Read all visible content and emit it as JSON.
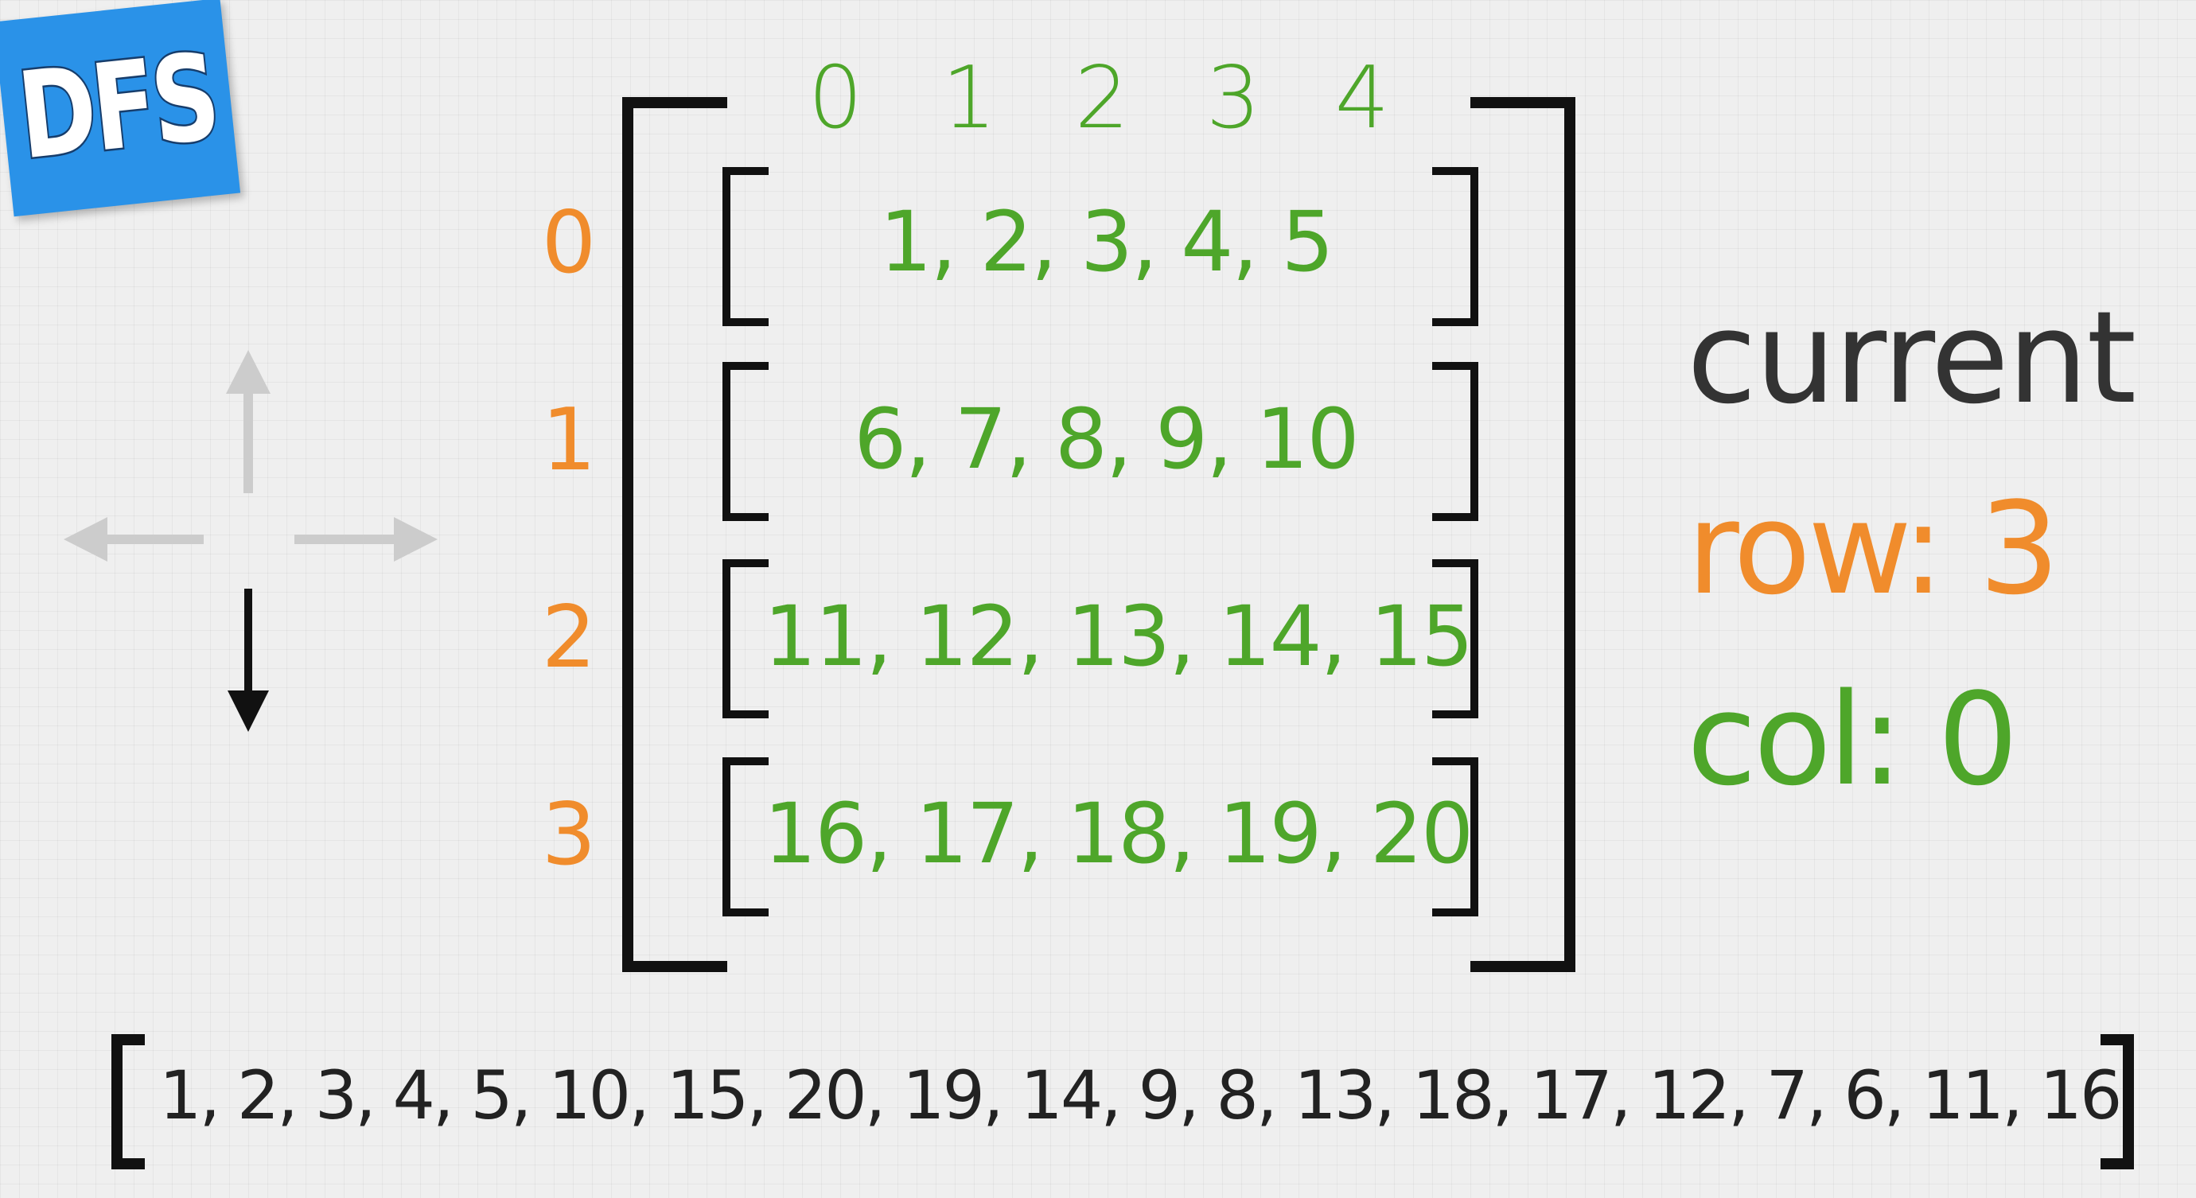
{
  "badge": {
    "label": "DFS"
  },
  "colors": {
    "index_orange": "#f08c2c",
    "value_green": "#4ea62a",
    "text_dark": "#333333",
    "arrow_gray": "#cccccc",
    "arrow_active": "#111111",
    "badge_blue": "#2a92e8"
  },
  "directions": {
    "up": "inactive",
    "left": "inactive",
    "right": "inactive",
    "down": "active"
  },
  "matrix": {
    "col_indices": [
      "0",
      "1",
      "2",
      "3",
      "4"
    ],
    "row_indices": [
      "0",
      "1",
      "2",
      "3"
    ],
    "rows": [
      "1,  2,  3,  4,  5",
      "6,  7,  8,  9, 10",
      "11, 12, 13, 14, 15",
      "16, 17, 18, 19, 20"
    ]
  },
  "current": {
    "title": "current",
    "row_label": "row: 3",
    "col_label": "col: 0"
  },
  "result": {
    "text": "1, 2, 3, 4, 5, 10, 15, 20, 19, 14, 9, 8, 13, 18, 17, 12, 7, 6, 11, 16"
  }
}
